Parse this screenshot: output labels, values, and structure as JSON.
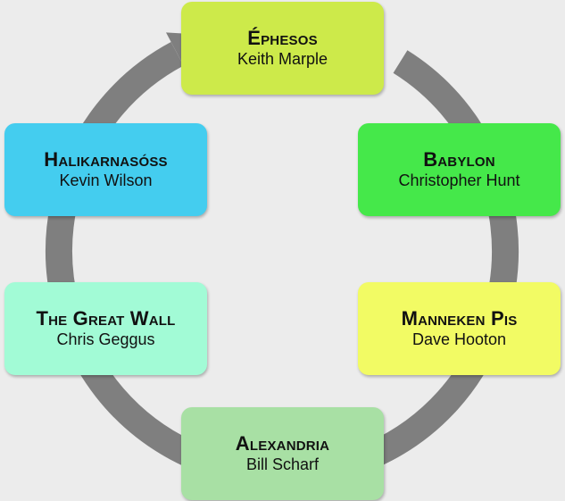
{
  "diagram": {
    "ring_color": "#7f7f7f",
    "nodes": [
      {
        "id": "ephesos",
        "title": "Éphesos",
        "person": "Keith Marple",
        "color": "#cdea4a"
      },
      {
        "id": "babylon",
        "title": "Babylon",
        "person": "Christopher Hunt",
        "color": "#45e84a"
      },
      {
        "id": "manneken-pis",
        "title": "Manneken Pis",
        "person": "Dave Hooton",
        "color": "#f2fb64"
      },
      {
        "id": "alexandria",
        "title": "Alexandria",
        "person": "Bill Scharf",
        "color": "#a8e0a4"
      },
      {
        "id": "great-wall",
        "title": "The Great Wall",
        "person": "Chris Geggus",
        "color": "#a2fbd6"
      },
      {
        "id": "halikarnasoss",
        "title": "Halikarnasóss",
        "person": "Kevin Wilson",
        "color": "#44cdef"
      }
    ]
  }
}
